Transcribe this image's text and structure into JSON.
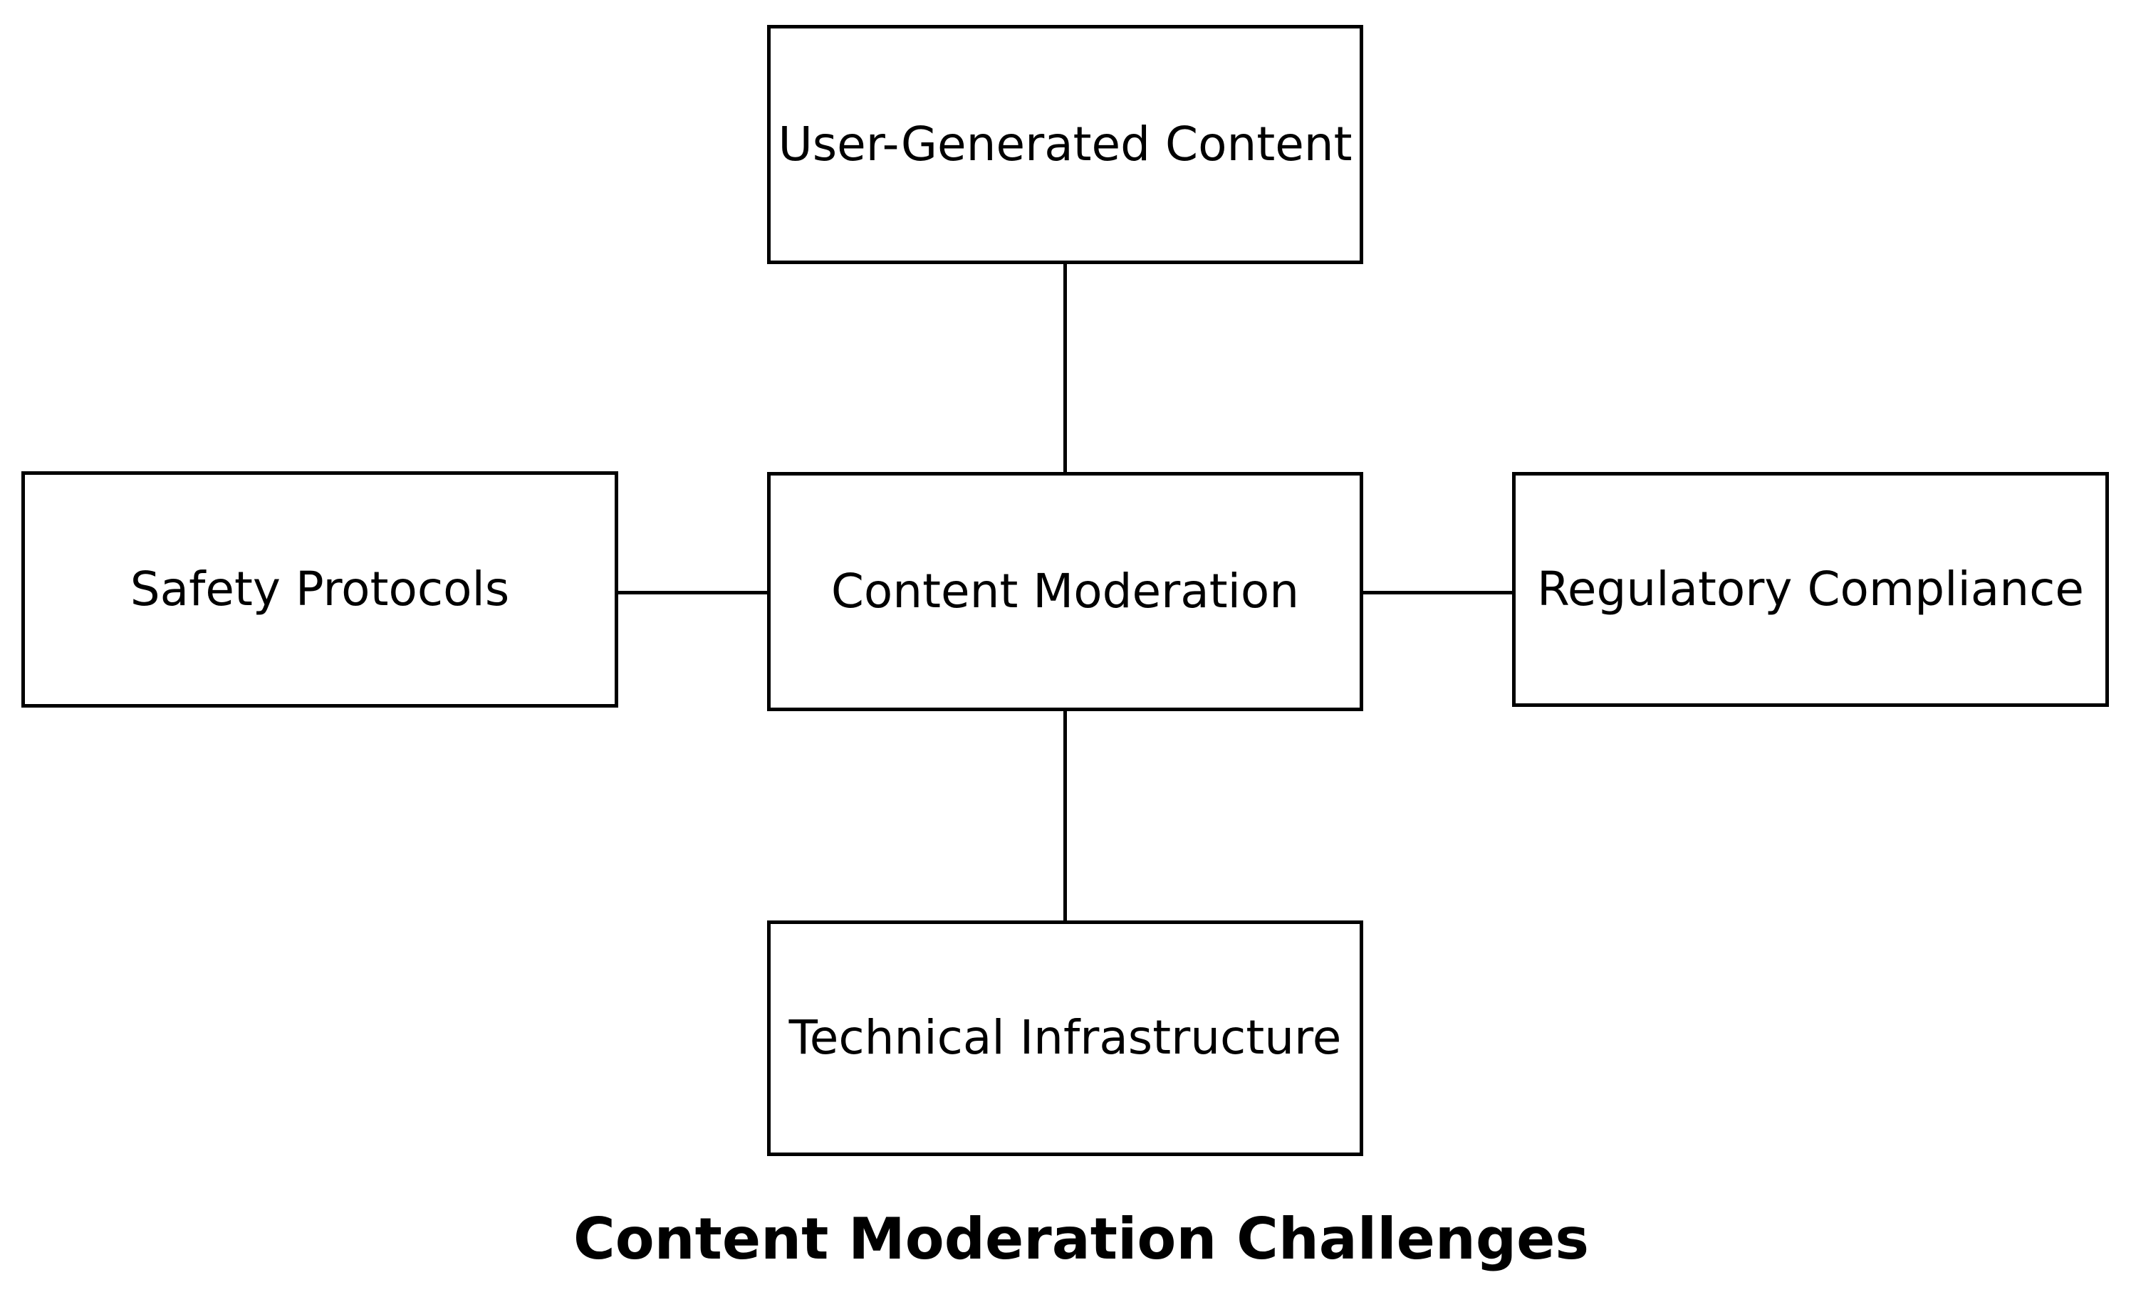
{
  "diagram": {
    "title": "Content Moderation Challenges",
    "nodes": [
      {
        "id": "center",
        "label": "Content Moderation"
      },
      {
        "id": "top",
        "label": "User-Generated Content"
      },
      {
        "id": "left",
        "label": "Safety Protocols"
      },
      {
        "id": "right",
        "label": "Regulatory Compliance"
      },
      {
        "id": "bottom",
        "label": "Technical Infrastructure"
      }
    ],
    "edges": [
      {
        "from": "User-Generated Content",
        "to": "Content Moderation",
        "orientation": "vertical"
      },
      {
        "from": "Safety Protocols",
        "to": "Content Moderation",
        "orientation": "horizontal"
      },
      {
        "from": "Regulatory Compliance",
        "to": "Content Moderation",
        "orientation": "horizontal"
      },
      {
        "from": "Technical Infrastructure",
        "to": "Content Moderation",
        "orientation": "vertical"
      }
    ],
    "colors": {
      "box_border": "#000000",
      "box_fill": "#ffffff",
      "text": "#000000",
      "background": "#ffffff"
    }
  }
}
